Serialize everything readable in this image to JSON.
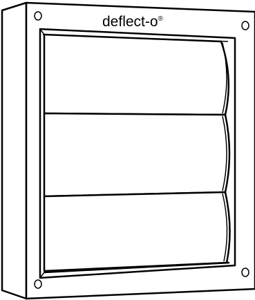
{
  "product": {
    "brand_name": "deflect-o",
    "trademark_symbol": "®",
    "louver_count": 3,
    "mounting_holes": 4
  },
  "colors": {
    "line": "#000000",
    "fill": "#ffffff"
  },
  "icons": {
    "vent": "vent-cover-illustration"
  }
}
